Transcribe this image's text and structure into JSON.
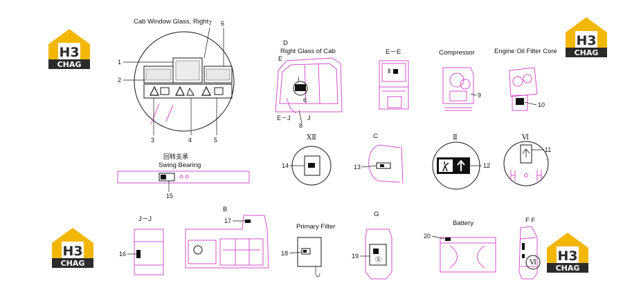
{
  "brand": {
    "logo_top": "H3",
    "logo_bottom": "CHAG",
    "colors": {
      "gold": "#f2b705",
      "dark": "#2b2b2b",
      "pink": "#d24fc8"
    }
  },
  "sections": {
    "cab_window_right": "Cab Window Glass, Right",
    "d_title": "D",
    "right_glass_of_cab": "Right Glass of Cab",
    "ee": "E－E",
    "compressor": "Compressor",
    "engine_oil_filter_core": "Engine Oil Filter Core",
    "swing_cn": "回转支承",
    "swing_bearing": "Swing Bearing",
    "xii": "XⅡ",
    "c": "C",
    "ii": "Ⅱ",
    "vi": "Ⅵ",
    "jj": "J－J",
    "b": "B",
    "primary_filter": "Primary Filter",
    "g": "G",
    "battery": "Battery",
    "ff": "F  F"
  },
  "labels": {
    "n1": "1",
    "n2": "2",
    "n3": "3",
    "n4": "4",
    "n5": "5",
    "n6": "6",
    "n7": "7",
    "n8": "8",
    "n9": "9",
    "n10": "10",
    "n11": "11",
    "n12": "12",
    "n13": "13",
    "n14": "14",
    "n15": "15",
    "n16": "16",
    "n17": "17",
    "n18": "18",
    "n19": "19",
    "n20": "20",
    "e_small": "E",
    "ej": "E－J",
    "j_small": "J",
    "ii_small": "Ⅱ",
    "vi_small": "Ⅵ"
  }
}
